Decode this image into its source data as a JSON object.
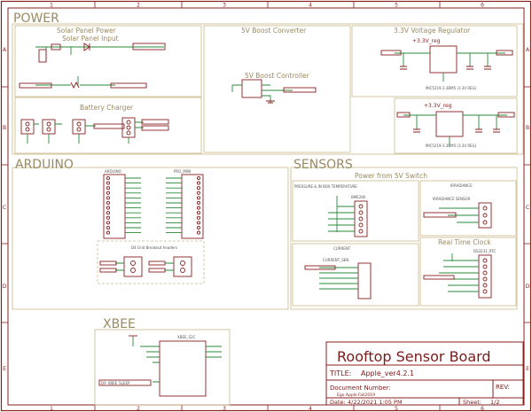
{
  "frame": {
    "columns": [
      "1",
      "2",
      "3",
      "4",
      "5",
      "6"
    ],
    "rows": [
      "A",
      "B",
      "C",
      "D",
      "E"
    ]
  },
  "sections": {
    "power": "POWER",
    "arduino": "ARDUINO",
    "sensors": "SENSORS",
    "xbee": "XBEE"
  },
  "blocks": {
    "solar_panel_power": "Solar Panel Power",
    "solar_panel_input": "Solar Panel Input",
    "battery_charger": "Battery Charger",
    "boost_converter": "5V Boost Converter",
    "boost_controller": "5V Boost Controller",
    "voltage_regulator": "3.3V Voltage Regulator",
    "power_from_5v_switch": "Power from 5V Switch",
    "pressure_temp": "PRESSURE & IN BOX TEMPERATURE",
    "irradiance": "IRRADIANCE",
    "irradiance_sensor": "IRRADIANCE SENSOR",
    "current": "CURRENT",
    "real_time_clock": "Real Time Clock",
    "breakout_headers": "D4 Grid Breakout headers"
  },
  "labels": {
    "reg1": "+3.3V_reg",
    "reg2": "+3.3V_reg",
    "reg1_part": "MIC5219-3.3BM5 (3.3V REG)",
    "reg2_part": "MIC5219-3.3BM5 (3.3V REG)",
    "arduino": "ARDUINO",
    "pro_mini": "PRO_MINI",
    "xbee_part": "XBEE_S2C",
    "xbee_sleep": "D9_XBEE_SLEEP",
    "rtc": "DS3231_RTC",
    "current_sen": "CURRENT_SEN",
    "bme": "BME280"
  },
  "title_block": {
    "name": "Rooftop Sensor Board",
    "title_label": "TITLE:",
    "title_value": "Apple_ver4.2.1",
    "doc_label": "Document Number:",
    "doc_value": "Ego Apple Fall2019",
    "rev_label": "REV:",
    "date_label": "Date:",
    "date_value": "4/22/2021 1:05 PM",
    "sheet_label": "Sheet:",
    "sheet_value": "1/2"
  }
}
